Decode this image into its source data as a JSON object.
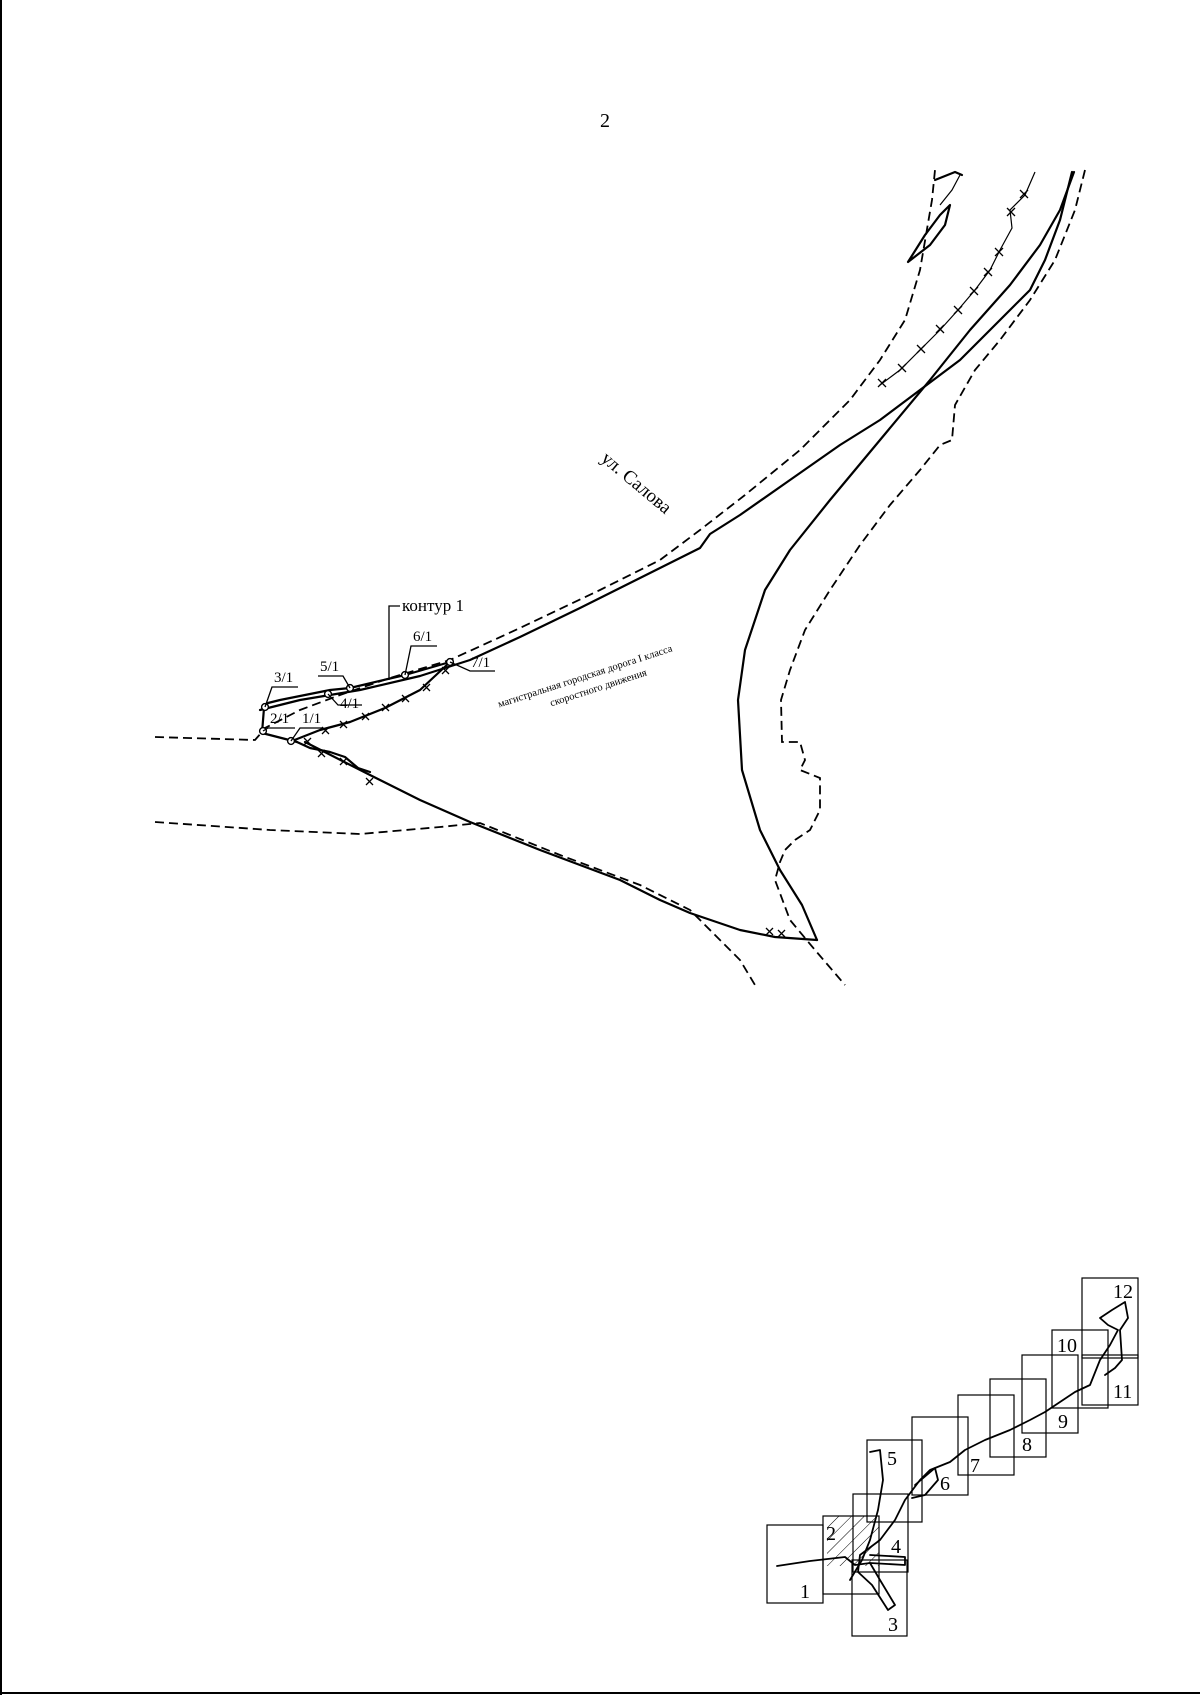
{
  "page": {
    "number": "2"
  },
  "labels": {
    "street": "ул. Салова",
    "road_line1": "магистральная городская дорога I класса",
    "road_line2": "скоростного движения",
    "contour": "контур 1"
  },
  "points": [
    "1/1",
    "2/1",
    "3/1",
    "4/1",
    "5/1",
    "6/1",
    "7/1"
  ],
  "key_map": {
    "sheets": [
      "1",
      "2",
      "3",
      "4",
      "5",
      "6",
      "7",
      "8",
      "9",
      "10",
      "11",
      "12"
    ],
    "current_sheet": "2"
  }
}
